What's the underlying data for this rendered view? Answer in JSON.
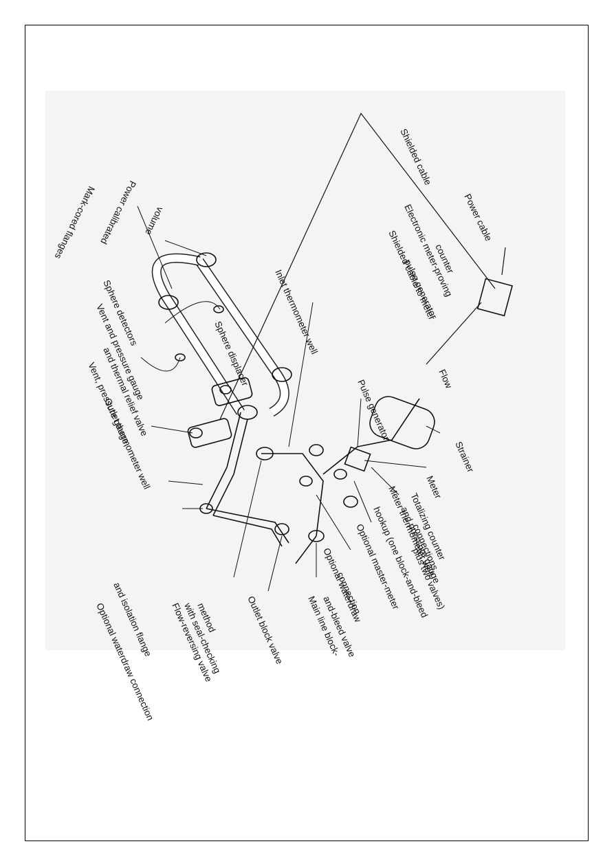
{
  "diagram": {
    "labels": {
      "mark_cal_flanges": "Mark-cored flanges",
      "power_calibrated_volume_1": "Power calibrated",
      "power_calibrated_volume_2": "volume",
      "shielded_cable": "Shielded cable",
      "power_cable": "Power cable",
      "electronic_counter_1": "Electronic meter-proving",
      "electronic_counter_2": "counter",
      "shielded_cable_to_meter_1": "Shielded cable to meter",
      "shielded_cable_to_meter_2": "pulse generator",
      "inlet_thermometer_well": "Inlet thermometer well",
      "sphere_detectors": "Sphere detectors",
      "vent_pressure_gauge_1": "Vent and pressure gauge",
      "sphere_displacer": "Sphere displacer",
      "vent_pressure_gauge_thermal_1": "Vent, pressure gauge,",
      "vent_pressure_gauge_thermal_2": "and thermal relief valve",
      "flow": "Flow",
      "pulse_generator": "Pulse generator",
      "outlet_thermometer_well": "Outlet thermometer well",
      "strainer": "Strainer",
      "meter": "Meter",
      "totalizing_counter": "Totalizing counter",
      "meter_thermometer_1": "Meter thermometer well",
      "meter_thermometer_2": "and pressure gauge",
      "meter_thermometer_3": "connections",
      "optional_hookup_1": "Optional master-meter",
      "optional_hookup_2": "hookup (one block-and-bleed",
      "optional_hookup_3": "plus two valves)",
      "optional_waterdraw_1": "Optional waterdraw connection",
      "optional_waterdraw_2": "and isolation flange",
      "flow_reversing_1": "Flow-reversing valve",
      "flow_reversing_2": "with seal-checking",
      "flow_reversing_3": "method",
      "optional_waterdraw_conn_1": "Optional waterdraw",
      "optional_waterdraw_conn_2": "connection",
      "outlet_block_valve": "Outlet block valve",
      "main_line_block_1": "Main line block-",
      "main_line_block_2": "and-bleed valve"
    }
  }
}
